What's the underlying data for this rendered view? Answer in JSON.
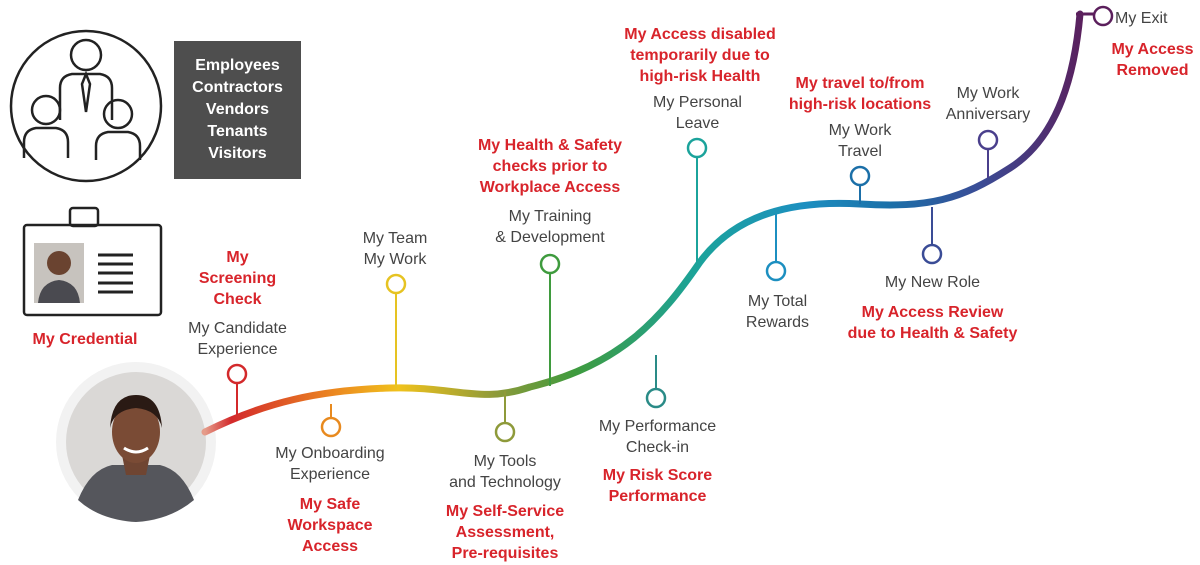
{
  "roles": [
    "Employees",
    "Contractors",
    "Vendors",
    "Tenants",
    "Visitors"
  ],
  "credential_label": "My Credential",
  "milestones": [
    {
      "label": "My Candidate\nExperience",
      "note": "My\nScreening\nCheck",
      "color": "#d3292b"
    },
    {
      "label": "My Onboarding\nExperience",
      "note": "My Safe\nWorkspace\nAccess",
      "color": "#e88a1f"
    },
    {
      "label": "My Team\nMy Work",
      "note": "",
      "color": "#e6c322"
    },
    {
      "label": "My Tools\nand Technology",
      "note": "My Self-Service\nAssessment,\nPre-requisites",
      "color": "#8e9a3a"
    },
    {
      "label": "My Training\n& Development",
      "note": "My Health & Safety\nchecks prior to\nWorkplace Access",
      "color": "#3f9b3e"
    },
    {
      "label": "My Performance\nCheck-in",
      "note": "My Risk Score\nPerformance",
      "color": "#2a8b87"
    },
    {
      "label": "My Personal\nLeave",
      "note": "My Access disabled\ntemporarily due to\nhigh-risk Health",
      "color": "#1ba39b"
    },
    {
      "label": "My Total\nRewards",
      "note": "",
      "color": "#1c8fc0"
    },
    {
      "label": "My Work\nTravel",
      "note": "My travel to/from\nhigh-risk locations",
      "color": "#1b6fa8"
    },
    {
      "label": "My New Role",
      "note": "My Access Review\ndue to Health & Safety",
      "color": "#3a4c96"
    },
    {
      "label": "My Work\nAnniversary",
      "note": "",
      "color": "#4a3f8c"
    },
    {
      "label": "My Exit",
      "note": "My Access\nRemoved",
      "color": "#5b1f5c"
    }
  ]
}
